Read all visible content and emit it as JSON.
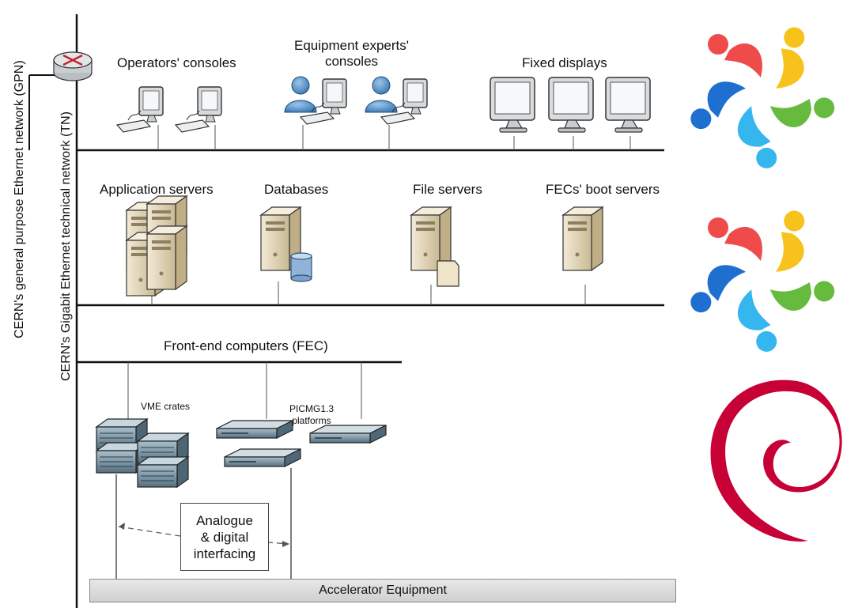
{
  "labels": {
    "gpn": "CERN's general purpose Ethernet network (GPN)",
    "tn": "CERN's Gigabit Ethernet technical network (TN)",
    "operators_consoles": "Operators' consoles",
    "experts_consoles": "Equipment experts'\nconsoles",
    "fixed_displays": "Fixed displays",
    "application_servers": "Application servers",
    "databases": "Databases",
    "file_servers": "File servers",
    "boot_servers": "FECs' boot servers",
    "fec": "Front-end computers (FEC)",
    "vme_crates": "VME crates",
    "picmg": "PICMG1.3\nplatforms",
    "analogue": "Analogue\n& digital\ninterfacing",
    "accelerator": "Accelerator Equipment"
  },
  "colors": {
    "logo_red": "#ef4b4b",
    "logo_yellow": "#f7c21b",
    "logo_green": "#66bb3f",
    "logo_blue": "#1f6fd1",
    "logo_cyan": "#35b6ef",
    "debian_red": "#c70036",
    "server_beige": "#e8dcc0",
    "crate_steel": "#6f8ca0"
  },
  "icons": [
    "router-icon",
    "desktop-console-icon",
    "user-icon",
    "monitor-icon",
    "server-icon",
    "database-icon",
    "file-icon",
    "crate-icon",
    "community-logo-icon",
    "debian-logo-icon"
  ]
}
